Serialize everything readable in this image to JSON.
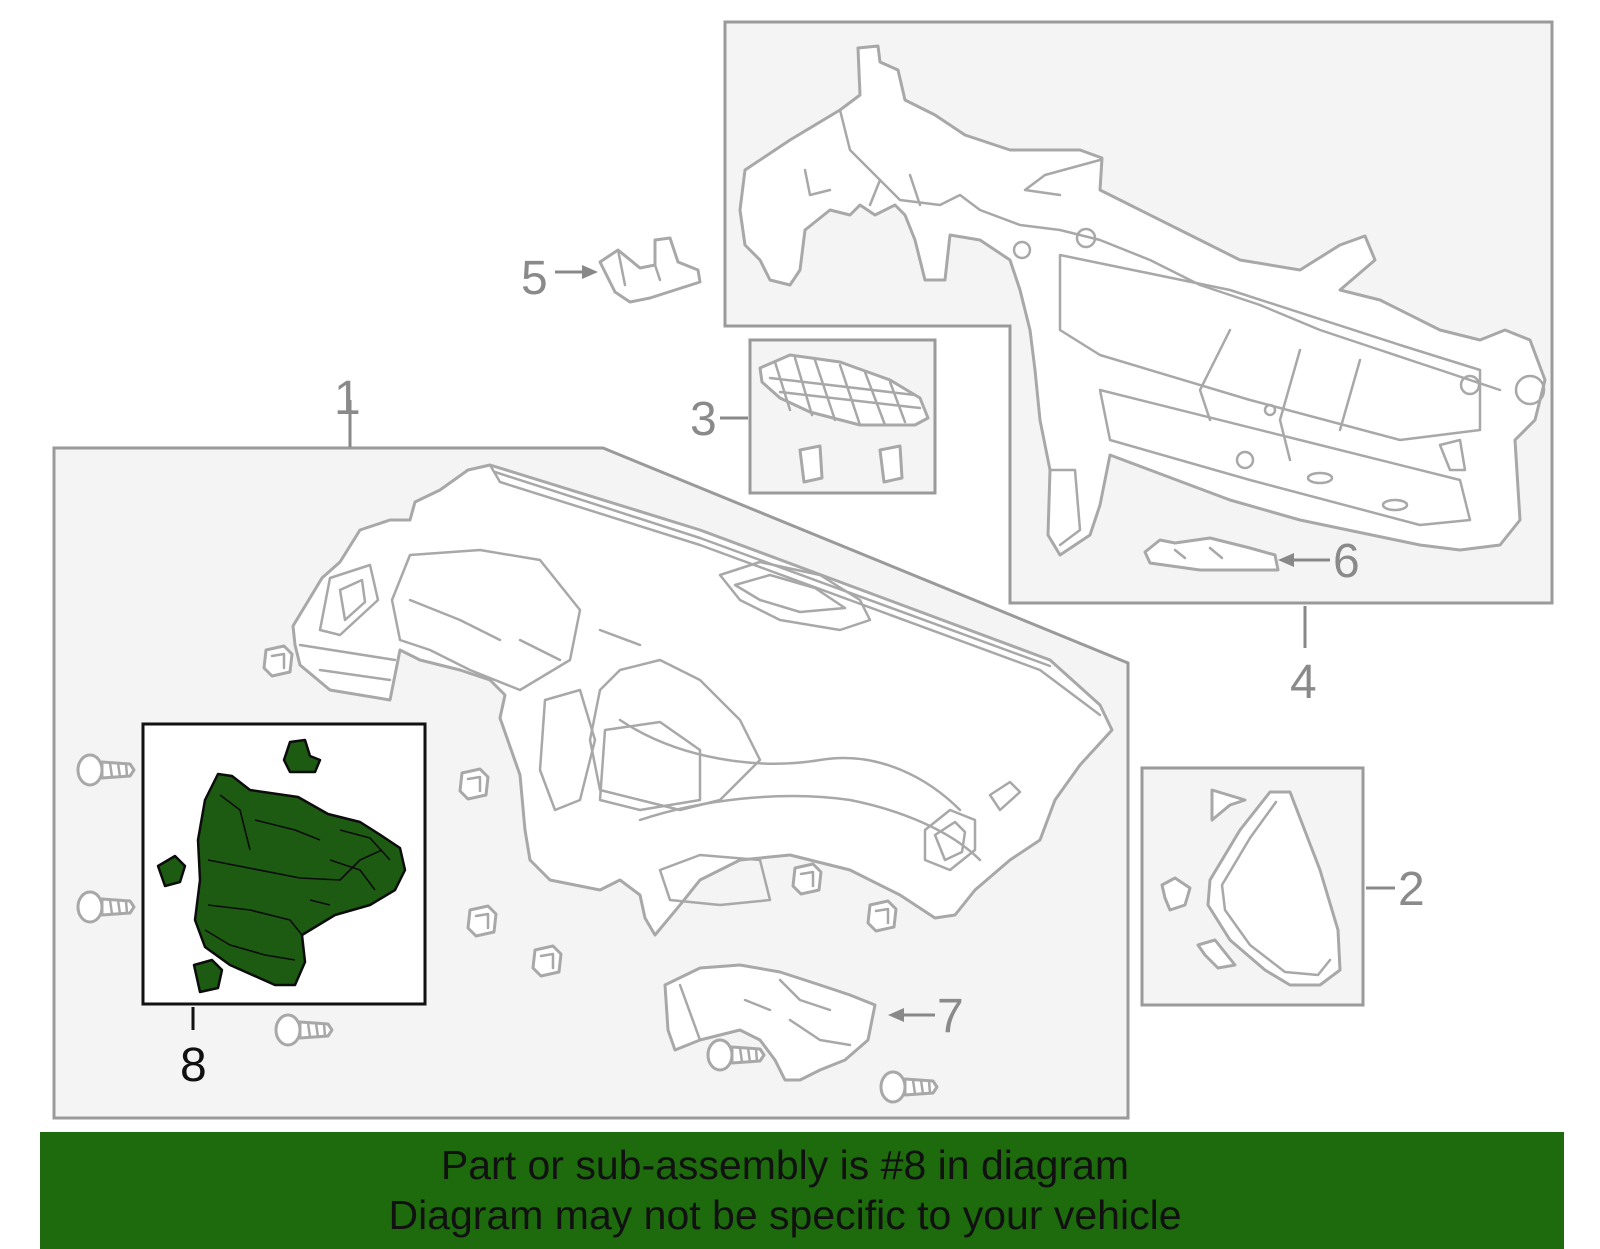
{
  "callouts": {
    "c1": "1",
    "c2": "2",
    "c3": "3",
    "c4": "4",
    "c5": "5",
    "c6": "6",
    "c7": "7",
    "c8": "8"
  },
  "banner": {
    "line1": "Part or sub-assembly is #8 in diagram",
    "line2": "Diagram may not be specific to your vehicle"
  },
  "colors": {
    "highlight_part": "#1e5b12",
    "banner_background": "#1e6b0e",
    "line_art": "#a8a8a8"
  }
}
